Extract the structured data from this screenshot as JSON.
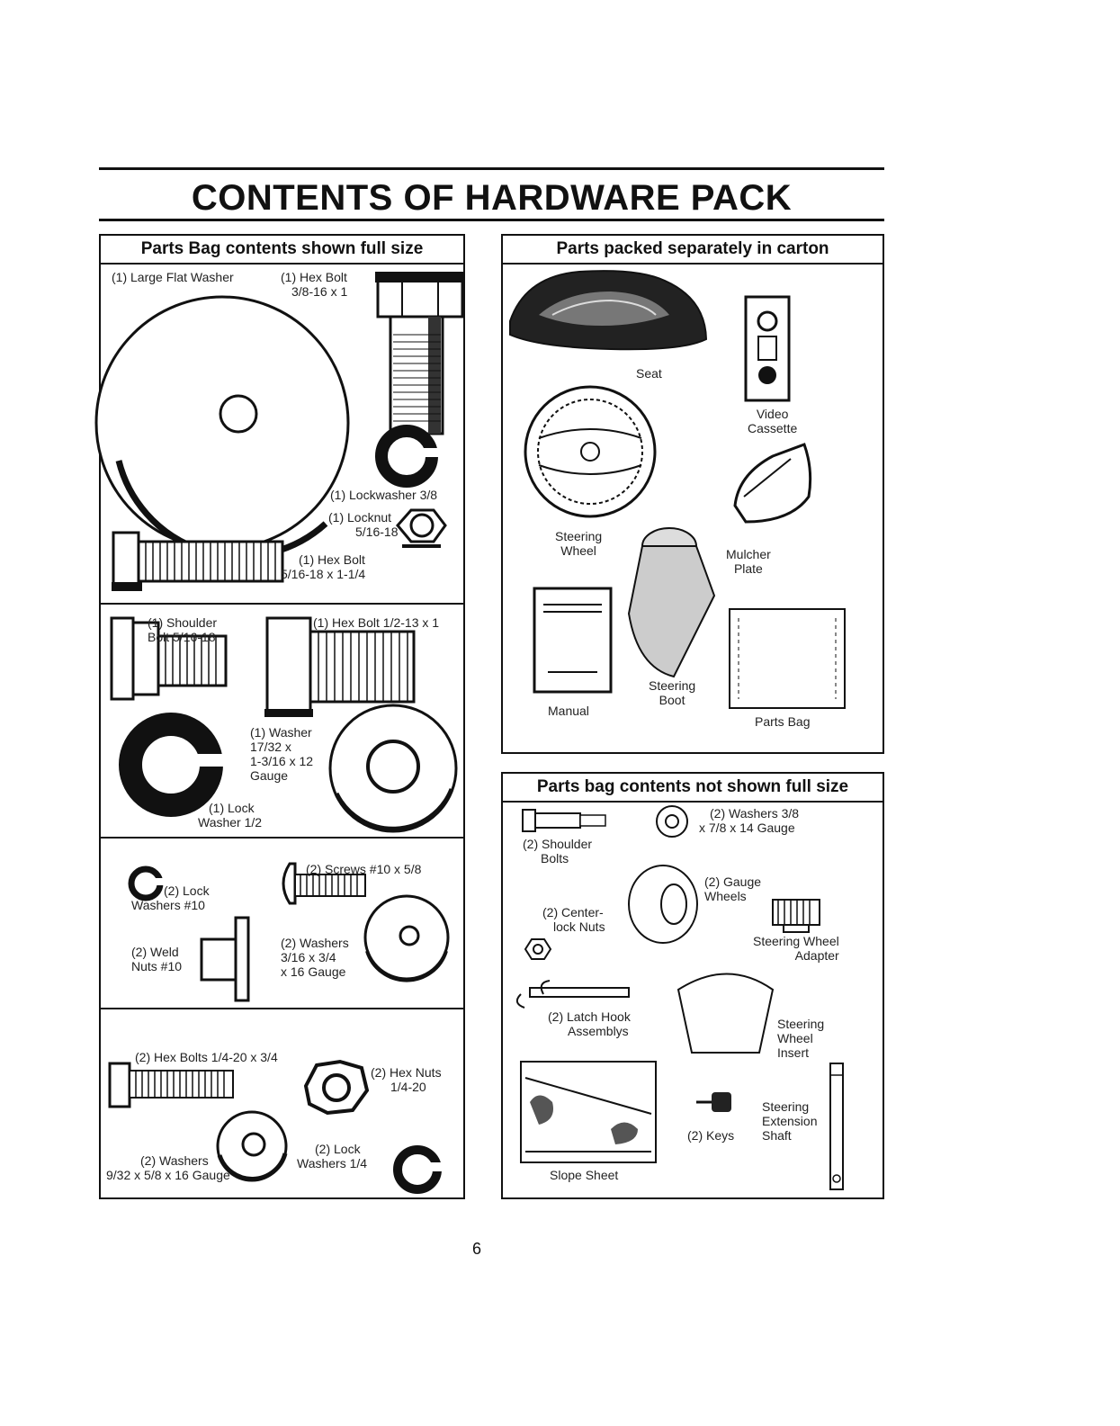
{
  "page": {
    "title": "CONTENTS OF HARDWARE PACK",
    "page_number": "6"
  },
  "full_size_panel": {
    "heading": "Parts Bag contents shown full size",
    "items": {
      "large_flat_washer": "(1) Large Flat Washer",
      "hex_bolt_38_l1": "(1) Hex Bolt",
      "hex_bolt_38_l2": "3/8-16 x 1",
      "lockwasher_38": "(1) Lockwasher 3/8",
      "locknut_l1": "(1) Locknut",
      "locknut_l2": "5/16-18",
      "hex_bolt_516_l1": "(1) Hex Bolt",
      "hex_bolt_516_l2": "5/16-18 x 1-1/4",
      "shoulder_bolt_l1": "(1) Shoulder",
      "shoulder_bolt_l2": "Bolt 5/16-18",
      "hex_bolt_12": "(1) Hex Bolt 1/2-13 x 1",
      "washer_1732_l1": "(1) Washer",
      "washer_1732_l2": "17/32 x",
      "washer_1732_l3": "1-3/16 x 12",
      "washer_1732_l4": "Gauge",
      "lock_washer_12_l1": "(1) Lock",
      "lock_washer_12_l2": "Washer 1/2",
      "lock_washers_10_l1": "(2) Lock",
      "lock_washers_10_l2": "Washers #10",
      "screws_10": "(2) Screws #10 x 5/8",
      "weld_nuts_l1": "(2) Weld",
      "weld_nuts_l2": "Nuts #10",
      "washers_316_l1": "(2) Washers",
      "washers_316_l2": "3/16 x 3/4",
      "washers_316_l3": "x 16 Gauge",
      "hex_bolts_14": "(2) Hex Bolts 1/4-20 x 3/4",
      "hex_nuts_14_l1": "(2) Hex Nuts",
      "hex_nuts_14_l2": "1/4-20",
      "washers_932_l1": "(2) Washers",
      "washers_932_l2": "9/32 x 5/8 x 16 Gauge",
      "lock_washers_14_l1": "(2) Lock",
      "lock_washers_14_l2": "Washers 1/4"
    }
  },
  "carton_panel": {
    "heading": "Parts packed separately in carton",
    "items": {
      "seat": "Seat",
      "video_l1": "Video",
      "video_l2": "Cassette",
      "steering_wheel_l1": "Steering",
      "steering_wheel_l2": "Wheel",
      "mulcher_l1": "Mulcher",
      "mulcher_l2": "Plate",
      "manual": "Manual",
      "steering_boot_l1": "Steering",
      "steering_boot_l2": "Boot",
      "parts_bag": "Parts Bag"
    }
  },
  "not_full_size_panel": {
    "heading": "Parts bag contents not shown full size",
    "items": {
      "shoulder_bolts_l1": "(2) Shoulder",
      "shoulder_bolts_l2": "Bolts",
      "washers_38_l1": "(2) Washers 3/8",
      "washers_38_l2": "x 7/8 x 14 Gauge",
      "gauge_wheels_l1": "(2) Gauge",
      "gauge_wheels_l2": "Wheels",
      "centerlock_l1": "(2) Center-",
      "centerlock_l2": "lock Nuts",
      "sw_adapter_l1": "Steering Wheel",
      "sw_adapter_l2": "Adapter",
      "latch_l1": "(2) Latch Hook",
      "latch_l2": "Assemblys",
      "sw_insert_l1": "Steering",
      "sw_insert_l2": "Wheel",
      "sw_insert_l3": "Insert",
      "ext_shaft_l1": "Steering",
      "ext_shaft_l2": "Extension",
      "ext_shaft_l3": "Shaft",
      "keys": "(2) Keys",
      "slope_sheet": "Slope Sheet"
    }
  }
}
